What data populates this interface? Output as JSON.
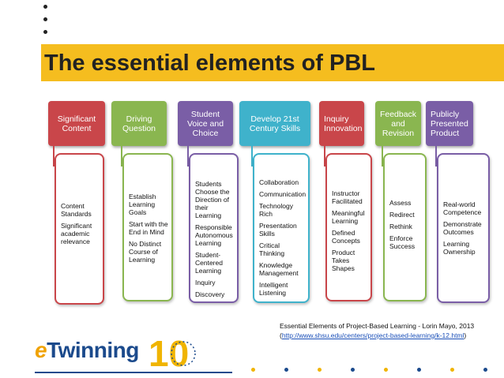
{
  "title": "The essential elements of PBL",
  "columns": [
    {
      "header": [
        "Significant",
        "Content"
      ],
      "color": "#c9464a",
      "items": [
        [
          "Content",
          "Standards"
        ],
        [
          "Significant",
          "academic",
          "relevance"
        ]
      ]
    },
    {
      "header": [
        "Driving",
        "Question"
      ],
      "color": "#8ab650",
      "items": [
        [
          "Establish",
          "Learning",
          "Goals"
        ],
        [
          "Start with the",
          "End in Mind"
        ],
        [
          "No Distinct",
          "Course of",
          "Learning"
        ]
      ]
    },
    {
      "header": [
        "Student",
        "Voice and",
        "Choice"
      ],
      "color": "#7a5ea6",
      "items": [
        [
          "Students",
          "Choose the",
          "Direction of",
          "their Learning"
        ],
        [
          "Responsible",
          "Autonomous",
          "Learning"
        ],
        [
          "Student-",
          "Centered",
          "Learning"
        ],
        [
          "Inquiry"
        ],
        [
          "Discovery"
        ]
      ]
    },
    {
      "header": [
        "Develop 21st",
        "Century Skills"
      ],
      "color": "#3fb2cb",
      "items": [
        [
          "Collaboration"
        ],
        [
          "Communication"
        ],
        [
          "Technology Rich"
        ],
        [
          "Presentation",
          "Skills"
        ],
        [
          "Critical Thinking"
        ],
        [
          "Knowledge",
          "Management"
        ],
        [
          "Intelligent",
          "Listening"
        ]
      ]
    },
    {
      "header": [
        "Inquiry",
        "Innovation"
      ],
      "color": "#c9464a",
      "items": [
        [
          "Instructor",
          "Facilitated"
        ],
        [
          "Meaningful",
          "Learning"
        ],
        [
          "Defined",
          "Concepts"
        ],
        [
          "Product Takes",
          "Shapes"
        ]
      ]
    },
    {
      "header": [
        "Feedback",
        "and",
        "Revision"
      ],
      "color": "#8ab650",
      "items": [
        [
          "Assess"
        ],
        [
          "Redirect"
        ],
        [
          "Rethink"
        ],
        [
          "Enforce",
          "Success"
        ]
      ]
    },
    {
      "header": [
        "Publicly",
        "Presented",
        "Product"
      ],
      "color": "#7a5ea6",
      "items": [
        [
          "Real-world",
          "Competence"
        ],
        [
          "Demonstrate",
          "Outcomes"
        ],
        [
          "Learning",
          "Ownership"
        ]
      ]
    }
  ],
  "citation": {
    "text": "Essential Elements of Project-Based Learning - Lorin Mayo, 2013",
    "link_open": "(",
    "link": "http://www.shsu.edu/centers/project-based-learning/k-12.html",
    "link_close": ")"
  },
  "logo": {
    "e": "e",
    "rest": "Twinning",
    "number": "10"
  },
  "dot_colors": [
    "#f0b400",
    "#1b4a8c"
  ]
}
